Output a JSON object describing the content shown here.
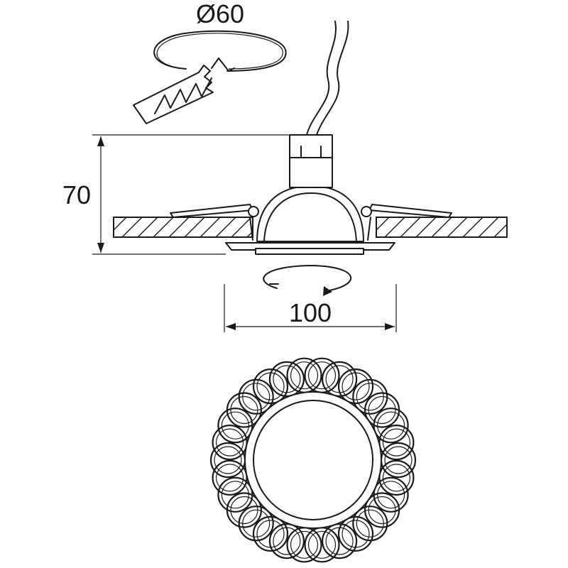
{
  "dimensions": {
    "cutout_diameter": "Ø60",
    "height": "70",
    "outer_diameter": "100"
  },
  "colors": {
    "line": "#1a1a1a",
    "background": "#ffffff"
  },
  "ring": {
    "count": 30
  }
}
